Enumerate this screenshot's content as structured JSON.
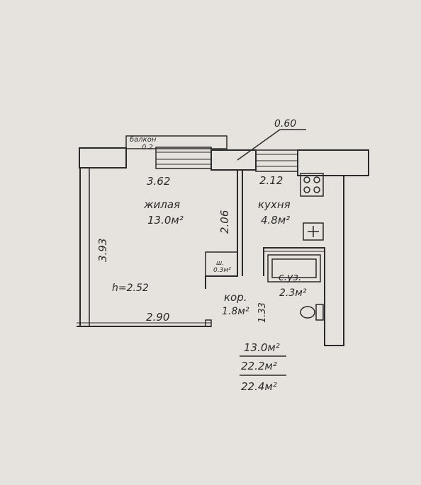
{
  "balcony": {
    "label": "балкон",
    "area": "0.2"
  },
  "window_note": "0.60",
  "dimensions": {
    "living_width_top": "3.62",
    "kitchen_width_top": "2.12",
    "kitchen_depth": "2.06",
    "living_depth": "3.93",
    "living_width_bottom": "2.90",
    "corridor_depth": "1.33",
    "ceiling_height": "h=2.52"
  },
  "rooms": {
    "living": {
      "name": "жилая",
      "area": "13.0м²"
    },
    "kitchen": {
      "name": "кухня",
      "area": "4.8м²"
    },
    "closet": {
      "name": "ш.",
      "area": "0.3м²"
    },
    "bathroom": {
      "name": "с.уз.",
      "area": "2.3м²"
    },
    "corridor": {
      "name": "кор.",
      "area": "1.8м²"
    }
  },
  "totals": {
    "living_area": "13.0м²",
    "useful_area": "22.2м²",
    "total_area": "22.4м²"
  },
  "colors": {
    "background": "#e6e3de",
    "ink": "#2a2a2a"
  },
  "icons": [
    "stove-icon",
    "sink-icon",
    "bathtub-icon",
    "toilet-icon"
  ]
}
